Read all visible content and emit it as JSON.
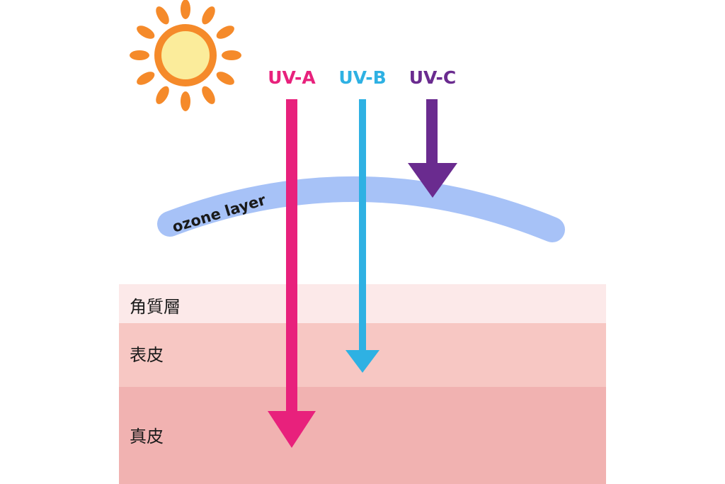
{
  "colors": {
    "sun_rays": "#f58a2a",
    "sun_ring": "#f58a2a",
    "sun_core": "#fbec9b",
    "ozone": "#a7c2f7",
    "stratum_corneum": "#fce9e9",
    "epidermis": "#f7c7c3",
    "dermis": "#f1b2b1",
    "uva": "#e8217c",
    "uvb": "#2eb1e3",
    "uvc": "#6a2b8f",
    "text": "#1a1a1a"
  },
  "icons": {
    "sun": "sun-icon"
  },
  "rays": {
    "uva": {
      "label": "UV-A",
      "reaches": "dermis"
    },
    "uvb": {
      "label": "UV-B",
      "reaches": "epidermis"
    },
    "uvc": {
      "label": "UV-C",
      "reaches": "ozone layer"
    }
  },
  "ozone": {
    "label": "ozone layer"
  },
  "skin_layers": [
    {
      "label": "角質層"
    },
    {
      "label": "表皮"
    },
    {
      "label": "真皮"
    }
  ]
}
